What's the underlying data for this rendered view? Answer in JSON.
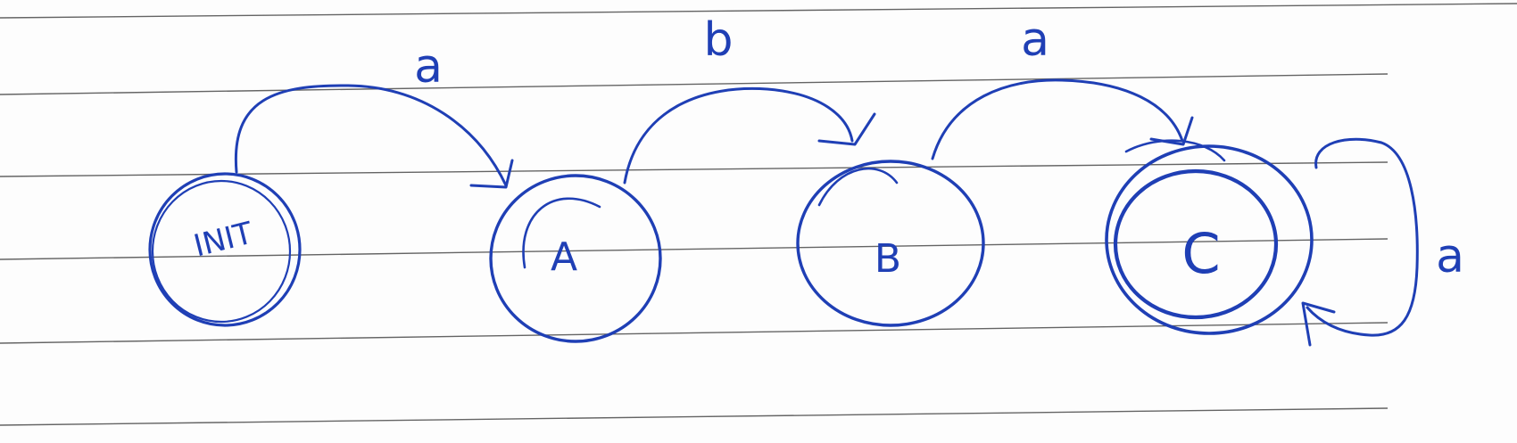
{
  "diagram": {
    "ink_color": "#1f3fb5",
    "paper_color": "#fdfdfd",
    "rule_color": "#4a4a4a",
    "states": [
      {
        "id": "init",
        "label": "INIT",
        "initial": true,
        "accepting": false
      },
      {
        "id": "a",
        "label": "A",
        "initial": false,
        "accepting": false
      },
      {
        "id": "b",
        "label": "B",
        "initial": false,
        "accepting": false
      },
      {
        "id": "c",
        "label": "C",
        "initial": false,
        "accepting": true
      }
    ],
    "transitions": [
      {
        "from": "INIT",
        "to": "A",
        "label": "a"
      },
      {
        "from": "A",
        "to": "B",
        "label": "b"
      },
      {
        "from": "B",
        "to": "C",
        "label": "a"
      },
      {
        "from": "C",
        "to": "C",
        "label": "a"
      }
    ]
  }
}
